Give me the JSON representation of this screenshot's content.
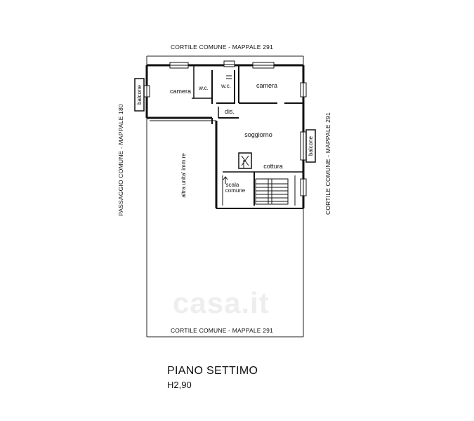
{
  "labels": {
    "top_border": "CORTILE COMUNE - MAPPALE 291",
    "bottom_border": "CORTILE COMUNE - MAPPALE 291",
    "left_border": "PASSAGGIO COMUNE - MAPPALE 180",
    "right_border": "CORTILE COMUNE - MAPPALE 291",
    "balcony_left": "balcone",
    "balcony_right": "balcone",
    "room_camera_left": "camera",
    "room_wc_small": "w.c.",
    "room_wc": "w.c.",
    "room_camera_right": "camera",
    "room_dis": "dis.",
    "room_soggiorno": "soggiorno",
    "room_cottura": "cottura",
    "room_scala_1": "scala",
    "room_scala_2": "comune",
    "other_unit": "altra unita' imm.re"
  },
  "footer": {
    "floor": "PIANO SETTIMO",
    "height": "H2,90"
  },
  "watermark": "casa.it"
}
